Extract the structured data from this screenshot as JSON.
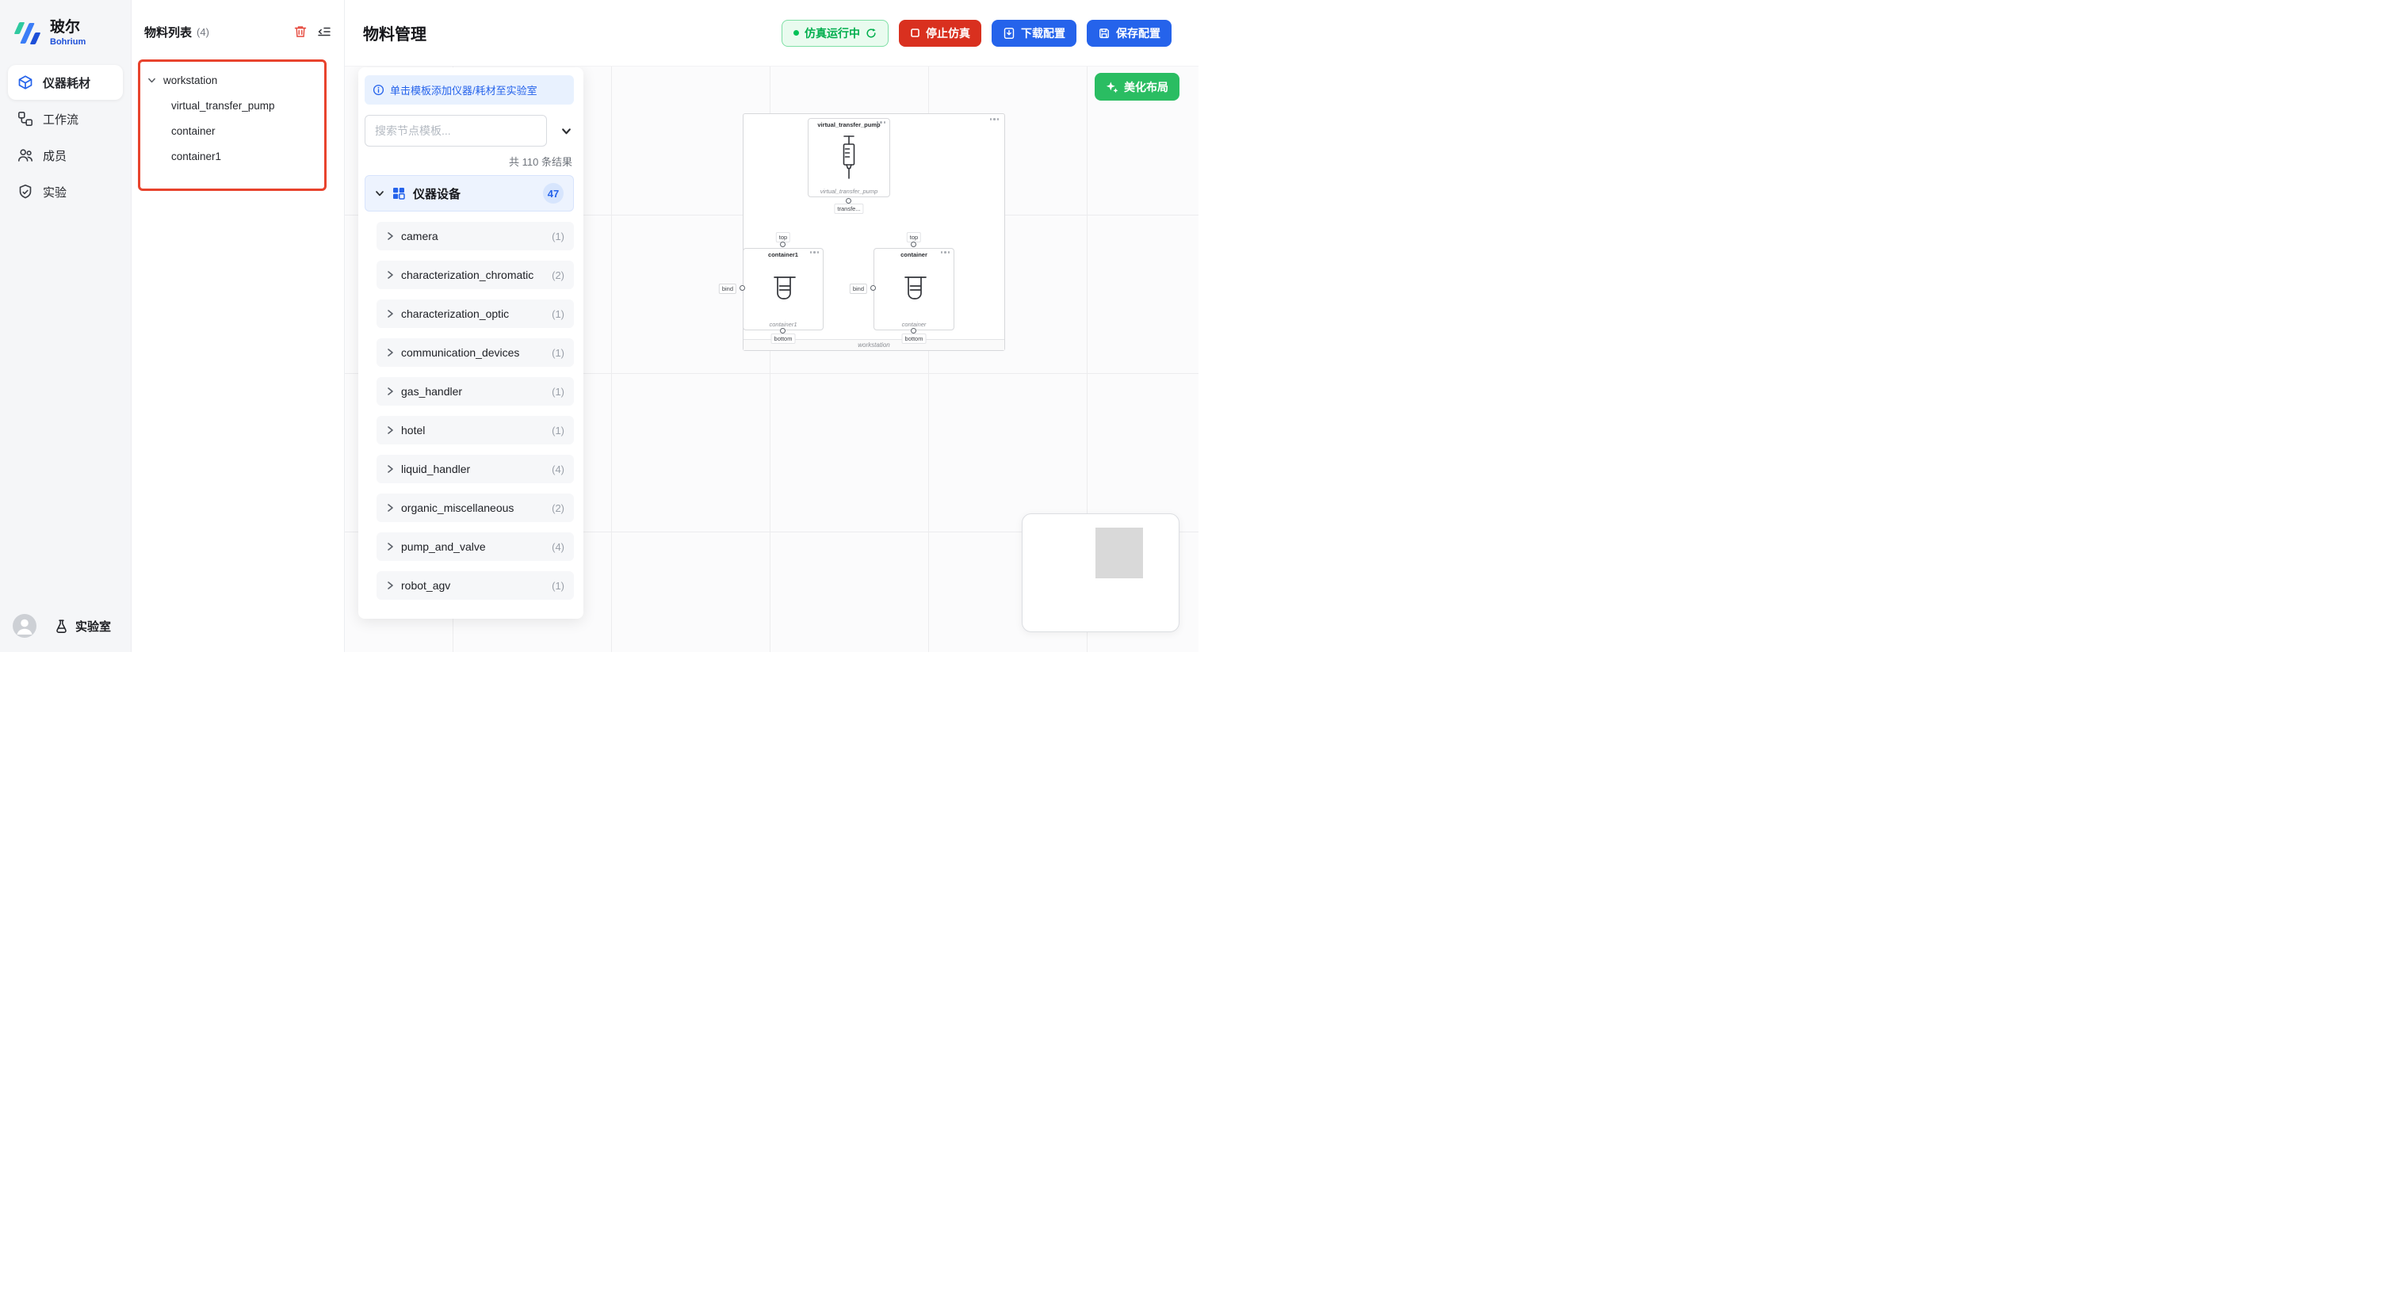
{
  "brand": {
    "name": "玻尔",
    "subtitle": "Bohrium"
  },
  "sidebar": {
    "items": [
      {
        "label": "仪器耗材"
      },
      {
        "label": "工作流"
      },
      {
        "label": "成员"
      },
      {
        "label": "实验"
      }
    ],
    "footer_label": "实验室"
  },
  "material_panel": {
    "title": "物料列表",
    "count": "(4)",
    "tree_root": "workstation",
    "tree_children": [
      "virtual_transfer_pump",
      "container",
      "container1"
    ]
  },
  "header": {
    "title": "物料管理",
    "status_running": "仿真运行中",
    "stop": "停止仿真",
    "download": "下载配置",
    "save": "保存配置"
  },
  "template_panel": {
    "info_banner": "单击模板添加仪器/耗材至实验室",
    "search_placeholder": "搜索节点模板...",
    "results_summary": "共 110 条结果",
    "category_label": "仪器设备",
    "category_count": "47",
    "items": [
      {
        "label": "camera",
        "count": "(1)"
      },
      {
        "label": "characterization_chromatic",
        "count": "(2)"
      },
      {
        "label": "characterization_optic",
        "count": "(1)"
      },
      {
        "label": "communication_devices",
        "count": "(1)"
      },
      {
        "label": "gas_handler",
        "count": "(1)"
      },
      {
        "label": "hotel",
        "count": "(1)"
      },
      {
        "label": "liquid_handler",
        "count": "(4)"
      },
      {
        "label": "organic_miscellaneous",
        "count": "(2)"
      },
      {
        "label": "pump_and_valve",
        "count": "(4)"
      },
      {
        "label": "robot_agv",
        "count": "(1)"
      }
    ]
  },
  "canvas": {
    "beautify": "美化布局",
    "group_label": "workstation",
    "pump": {
      "title": "virtual_transfer_pump",
      "sublabel": "virtual_transfer_pump",
      "out_port": "transfe..."
    },
    "container_left": {
      "title": "container1",
      "sublabel": "container1",
      "top_port": "top",
      "bind_port": "bind",
      "bottom_port": "bottom"
    },
    "container_right": {
      "title": "container",
      "sublabel": "container",
      "top_port": "top",
      "bind_port": "bind",
      "bottom_port": "bottom"
    }
  },
  "colors": {
    "accent_blue": "#2563eb",
    "danger_red": "#d9301f",
    "success_green": "#00ae4d",
    "beautify_green": "#2abd62",
    "annotation_red": "#e8432d"
  }
}
